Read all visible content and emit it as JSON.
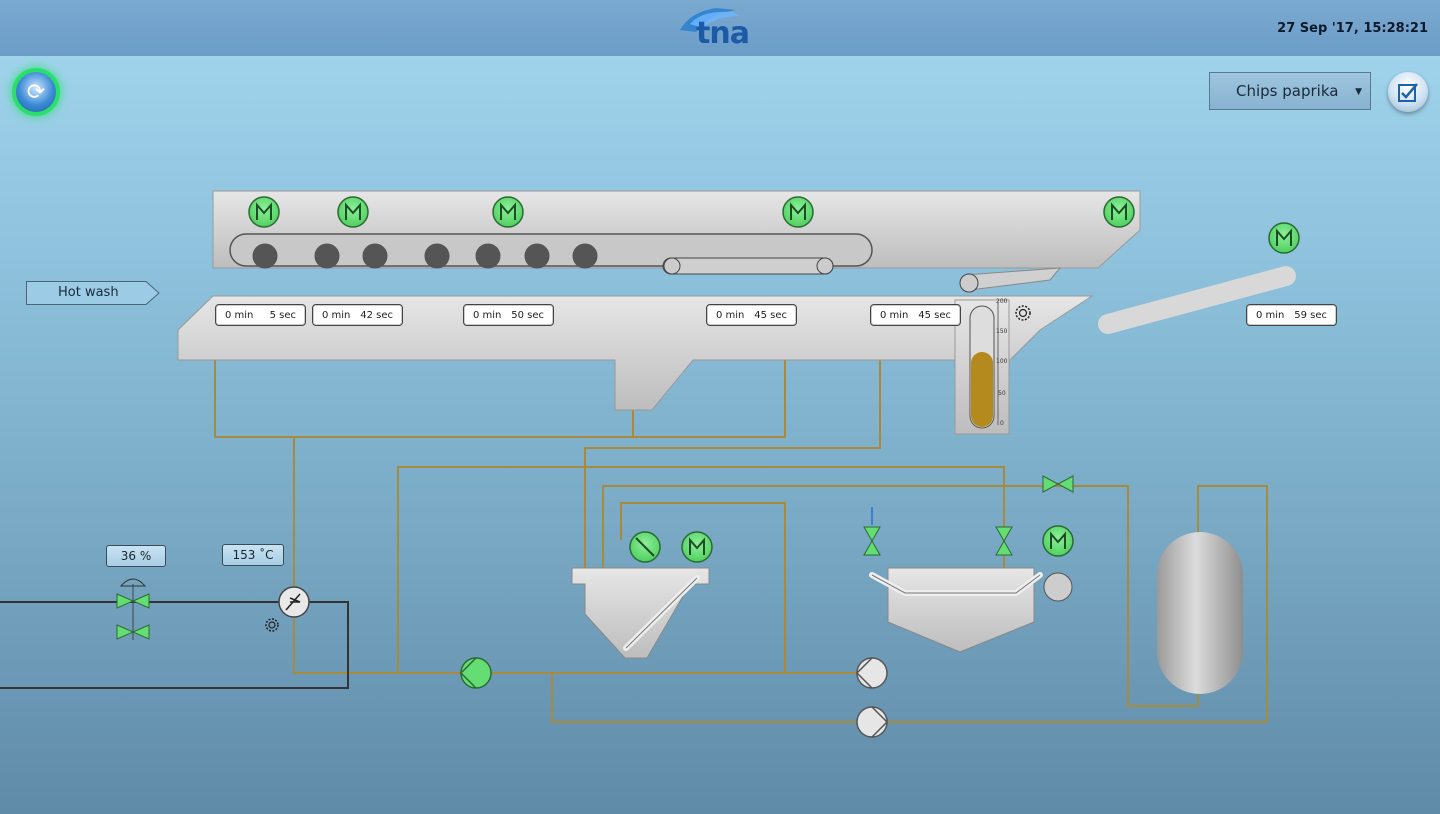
{
  "header": {
    "logo_text": "tna",
    "datetime": "27 Sep '17, 15:28:21"
  },
  "controls": {
    "recipe_selected": "Chips paprika"
  },
  "labels": {
    "hot_wash": "Hot wash"
  },
  "timers": [
    {
      "min": "0 min",
      "sec": "5 sec"
    },
    {
      "min": "0 min",
      "sec": "42 sec"
    },
    {
      "min": "0 min",
      "sec": "50 sec"
    },
    {
      "min": "0 min",
      "sec": "45 sec"
    },
    {
      "min": "0 min",
      "sec": "45 sec"
    },
    {
      "min": "0 min",
      "sec": "59 sec"
    }
  ],
  "readouts": {
    "valve_opening": "36 %",
    "temperature": "153 ˚C"
  },
  "level_gauge": {
    "ticks": [
      "200",
      "150",
      "100",
      "50",
      "0"
    ],
    "level": 0.62
  },
  "colors": {
    "motor_green": "#64dd72",
    "pipe": "#a88a3c",
    "tank_fill": "#b58a1c"
  }
}
